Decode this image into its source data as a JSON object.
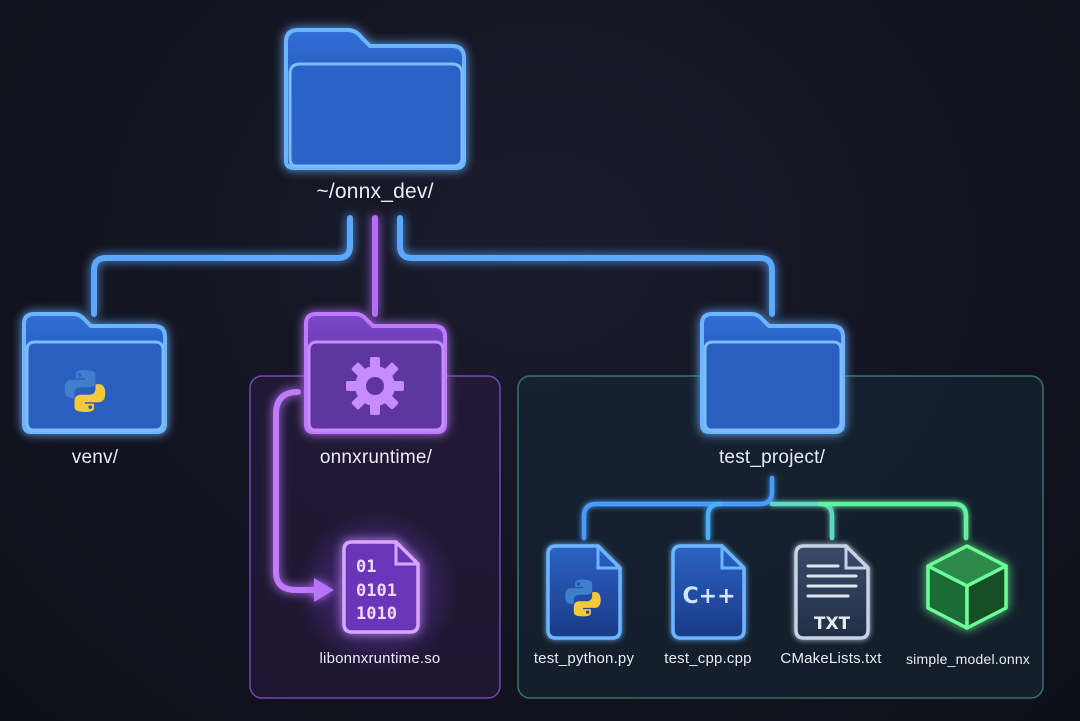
{
  "root": {
    "label": "~/onnx_dev/"
  },
  "folders": {
    "venv": {
      "label": "venv/",
      "icon": "python-logo-icon"
    },
    "onnxruntime": {
      "label": "onnxruntime/",
      "icon": "gear-icon"
    },
    "test_project": {
      "label": "test_project/"
    }
  },
  "files": {
    "lib": {
      "label": "libonnxruntime.so",
      "icon_text": [
        "01",
        "0101",
        "1010"
      ]
    },
    "py": {
      "label": "test_python.py"
    },
    "cpp": {
      "label": "test_cpp.cpp",
      "icon_text": "C++"
    },
    "cmake": {
      "label": "CMakeLists.txt",
      "icon_text": "TXT"
    },
    "onnx": {
      "label": "simple_model.onnx"
    }
  },
  "colors": {
    "blue": "#3d8dff",
    "blue_fill": "#2a5ab8",
    "purple": "#b76cff",
    "purple_fill": "#6a3aa8",
    "green": "#5dff8a",
    "teal": "#5fd6c8",
    "python_blue": "#3f7fcc",
    "python_yellow": "#f5c93b"
  }
}
